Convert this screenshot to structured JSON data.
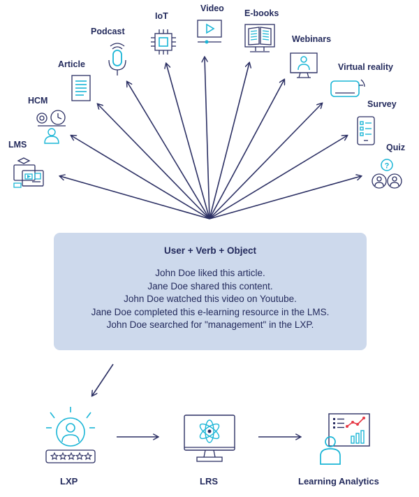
{
  "sources": [
    {
      "key": "lms",
      "label": "LMS",
      "icon": "lms-icon"
    },
    {
      "key": "hcm",
      "label": "HCM",
      "icon": "hcm-icon"
    },
    {
      "key": "article",
      "label": "Article",
      "icon": "article-icon"
    },
    {
      "key": "podcast",
      "label": "Podcast",
      "icon": "podcast-icon"
    },
    {
      "key": "iot",
      "label": "IoT",
      "icon": "iot-icon"
    },
    {
      "key": "video",
      "label": "Video",
      "icon": "video-icon"
    },
    {
      "key": "ebooks",
      "label": "E-books",
      "icon": "ebooks-icon"
    },
    {
      "key": "webinars",
      "label": "Webinars",
      "icon": "webinars-icon"
    },
    {
      "key": "vr",
      "label": "Virtual reality",
      "icon": "vr-headset-icon"
    },
    {
      "key": "survey",
      "label": "Survey",
      "icon": "survey-icon"
    },
    {
      "key": "quiz",
      "label": "Quiz",
      "icon": "quiz-icon"
    }
  ],
  "statement": {
    "title": "User + Verb + Object",
    "examples": [
      "John Doe liked this article.",
      "Jane Doe shared this content.",
      "John Doe watched this video on Youtube.",
      "Jane Doe completed this e-learning resource in the LMS.",
      "John Doe searched for \"management\" in the LXP."
    ]
  },
  "pipeline": [
    {
      "label": "LXP",
      "icon": "lxp-user-rating-icon"
    },
    {
      "label": "LRS",
      "icon": "lrs-monitor-icon"
    },
    {
      "label": "Learning Analytics",
      "icon": "analytics-presenter-icon"
    }
  ],
  "colors": {
    "navy": "#2b2f63",
    "accent": "#19b5d6",
    "box": "#cdd9ec"
  }
}
